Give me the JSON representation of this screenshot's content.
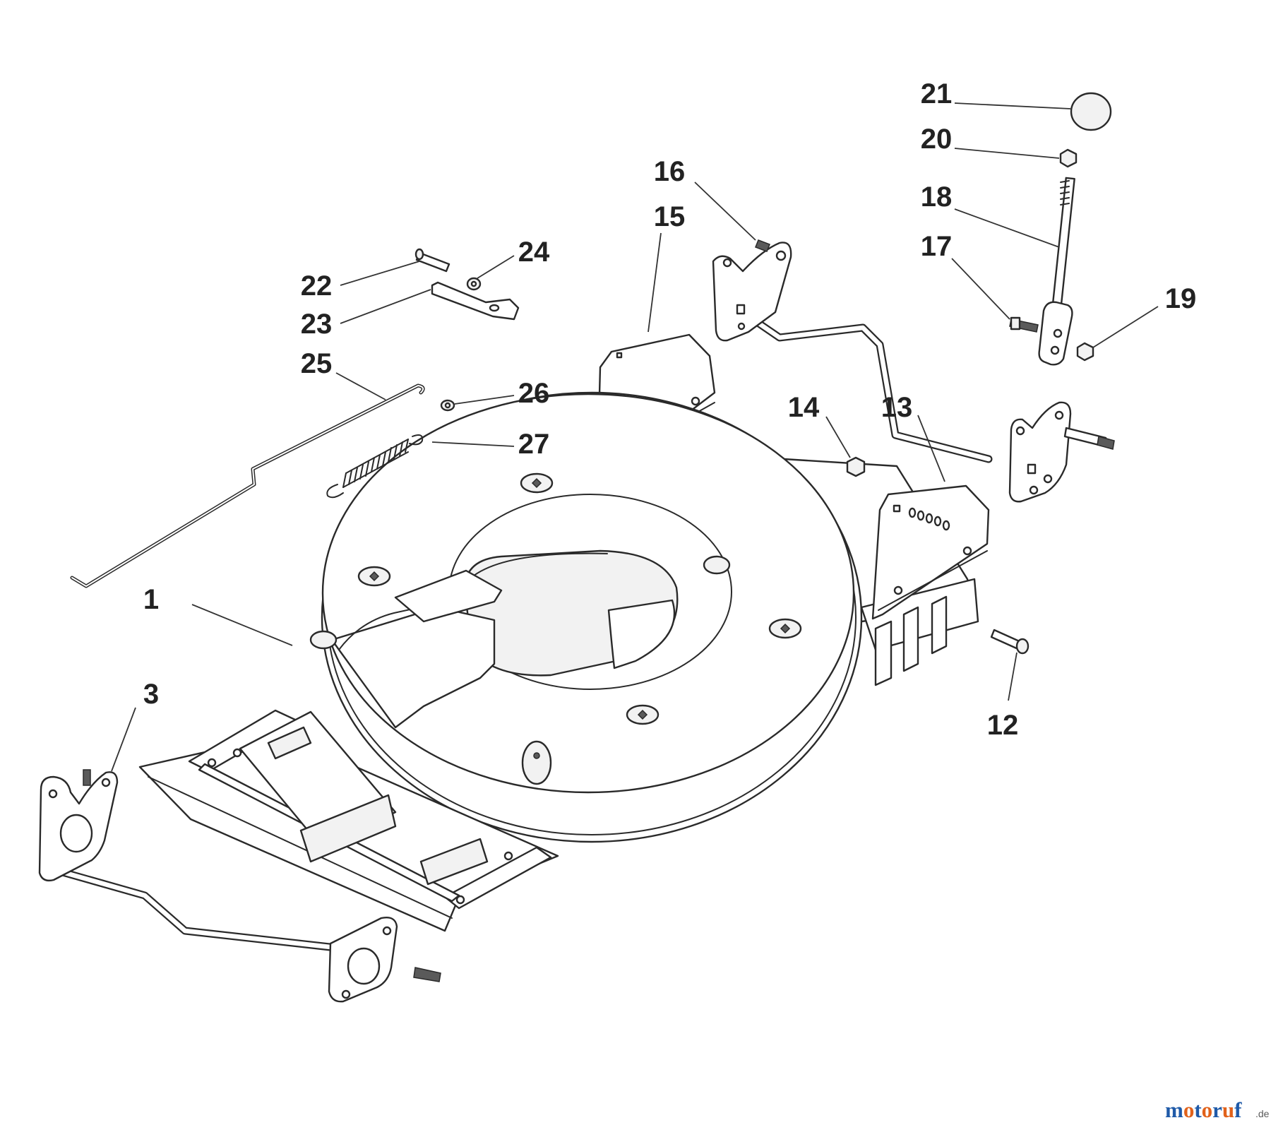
{
  "callouts": [
    {
      "id": "c1",
      "label": "1"
    },
    {
      "id": "c3",
      "label": "3"
    },
    {
      "id": "c12",
      "label": "12"
    },
    {
      "id": "c13",
      "label": "13"
    },
    {
      "id": "c14",
      "label": "14"
    },
    {
      "id": "c15",
      "label": "15"
    },
    {
      "id": "c16",
      "label": "16"
    },
    {
      "id": "c17",
      "label": "17"
    },
    {
      "id": "c18",
      "label": "18"
    },
    {
      "id": "c19",
      "label": "19"
    },
    {
      "id": "c20",
      "label": "20"
    },
    {
      "id": "c21",
      "label": "21"
    },
    {
      "id": "c22",
      "label": "22"
    },
    {
      "id": "c23",
      "label": "23"
    },
    {
      "id": "c24",
      "label": "24"
    },
    {
      "id": "c25",
      "label": "25"
    },
    {
      "id": "c26",
      "label": "26"
    },
    {
      "id": "c27",
      "label": "27"
    }
  ],
  "watermark": {
    "text": "motoruf",
    "tld": ".de",
    "colors": [
      "#1f5aa8",
      "#e1621b",
      "#1f5aa8",
      "#e1621b",
      "#1f5aa8",
      "#e1621b",
      "#1f5aa8"
    ]
  }
}
